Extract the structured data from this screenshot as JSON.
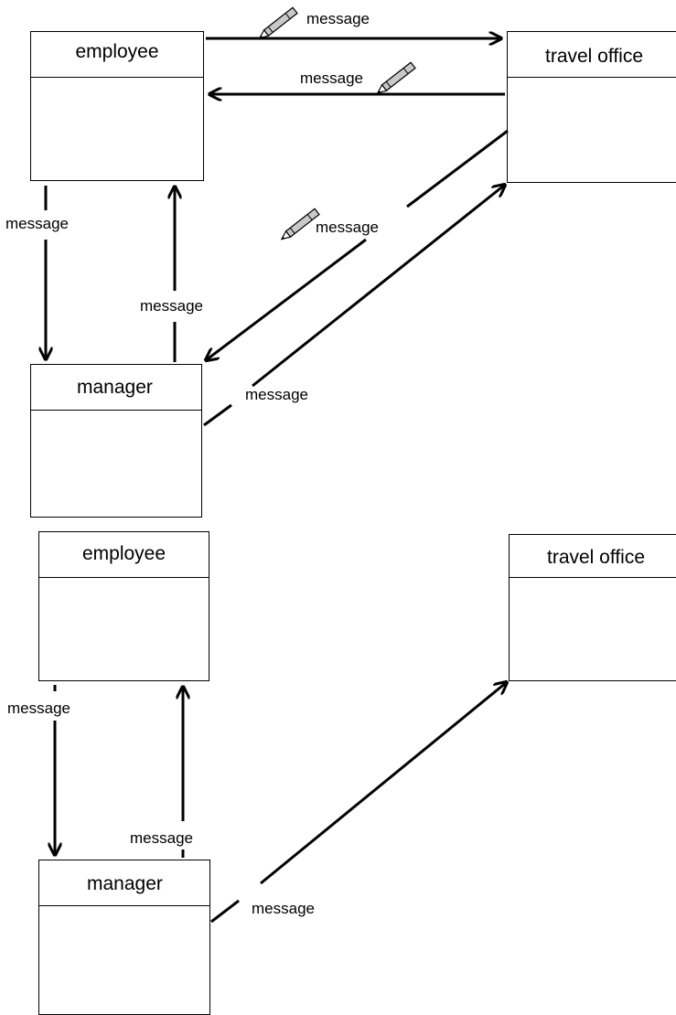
{
  "top_diagram": {
    "boxes": {
      "employee": "employee",
      "travel_office": "travel office",
      "manager": "manager"
    },
    "labels": {
      "employee_to_travel": "message",
      "travel_to_employee": "message",
      "employee_to_manager": "message",
      "manager_to_employee": "message",
      "travel_to_manager": "message",
      "manager_to_travel": "message"
    }
  },
  "bottom_diagram": {
    "boxes": {
      "employee": "employee",
      "travel_office": "travel office",
      "manager": "manager"
    },
    "labels": {
      "employee_to_manager": "message",
      "manager_to_employee": "message",
      "manager_to_travel": "message"
    }
  },
  "icons": [
    "pencil-icon",
    "pencil-icon",
    "pencil-icon"
  ]
}
